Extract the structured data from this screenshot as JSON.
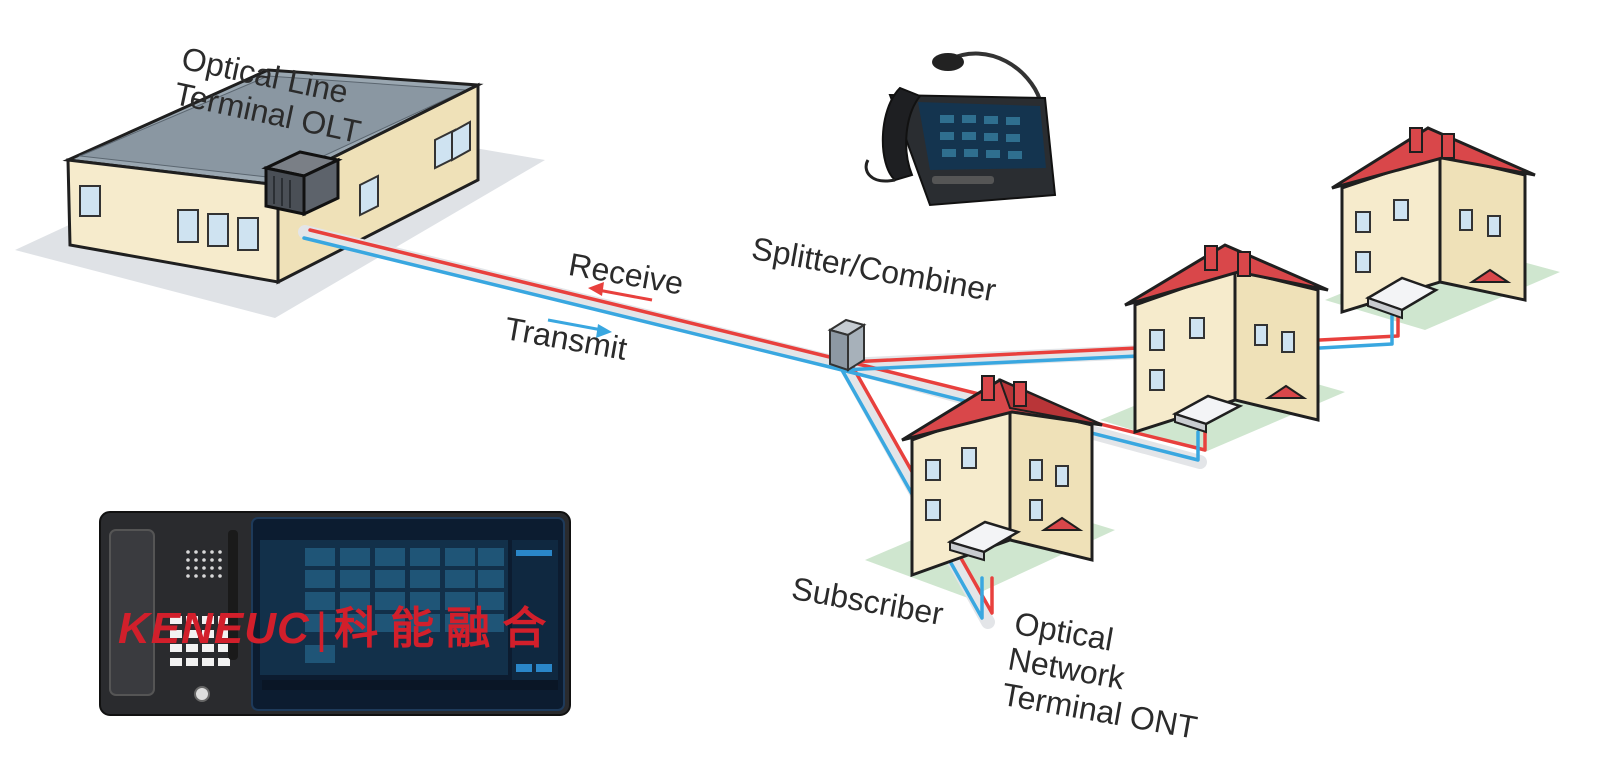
{
  "labels": {
    "olt_line1": "Optical Line",
    "olt_line2": "Terminal OLT",
    "receive": "Receive",
    "transmit": "Transmit",
    "splitter": "Splitter/Combiner",
    "subscriber": "Subscriber",
    "ont_line1": "Optical",
    "ont_line2": "Network",
    "ont_line3": "Terminal ONT"
  },
  "logo": {
    "latin": "KENEUC",
    "separator": "|",
    "chinese": "科能融合"
  },
  "colors": {
    "receive_fiber": "#e8403d",
    "transmit_fiber": "#39a7e0",
    "roof": "#d9474a",
    "wall": "#f6ebcc",
    "building_roof": "#98a4ad",
    "brand": "#d21f2b"
  },
  "icons": [
    "desk-phone-icon",
    "dispatch-console-icon",
    "splitter-icon",
    "ont-router-icon"
  ]
}
